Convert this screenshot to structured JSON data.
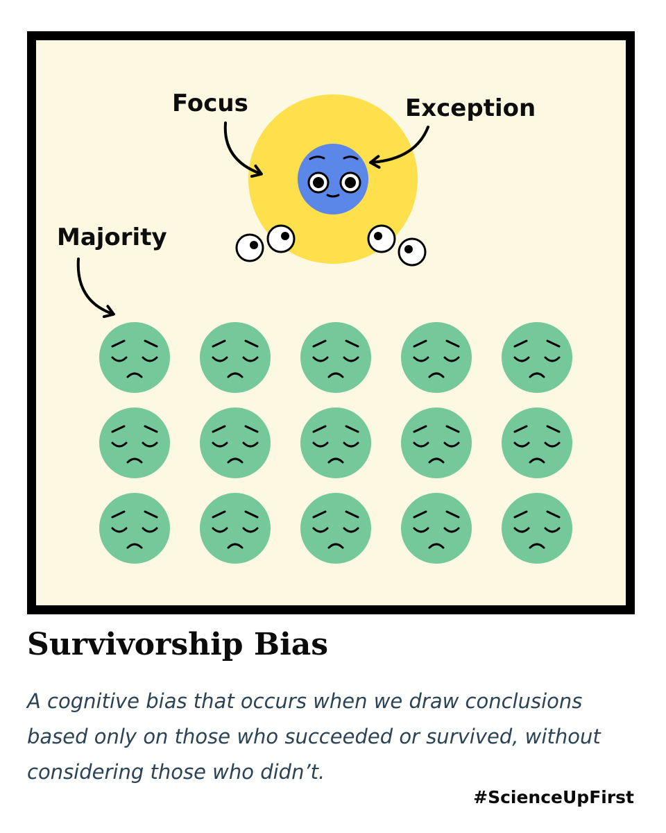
{
  "diagram": {
    "labels": {
      "focus": "Focus",
      "exception": "Exception",
      "majority": "Majority"
    },
    "colors": {
      "panel_background": "#fdf8e1",
      "panel_border": "#000000",
      "spotlight": "#fedf4c",
      "exception_face": "#5b87e8",
      "majority_face": "#74c89a",
      "description_text": "#2b4354"
    },
    "majority_grid": {
      "rows": 3,
      "columns": 5
    },
    "icons": [
      "exception-face-icon",
      "onlooker-eyes-icon",
      "sad-face-icon",
      "curved-arrow-icon"
    ]
  },
  "caption": {
    "title": "Survivorship Bias",
    "description": "A cognitive bias that occurs when we draw conclusions based only on those who succeeded or survived, without considering those who didn’t.",
    "hashtag": "#ScienceUpFirst"
  }
}
